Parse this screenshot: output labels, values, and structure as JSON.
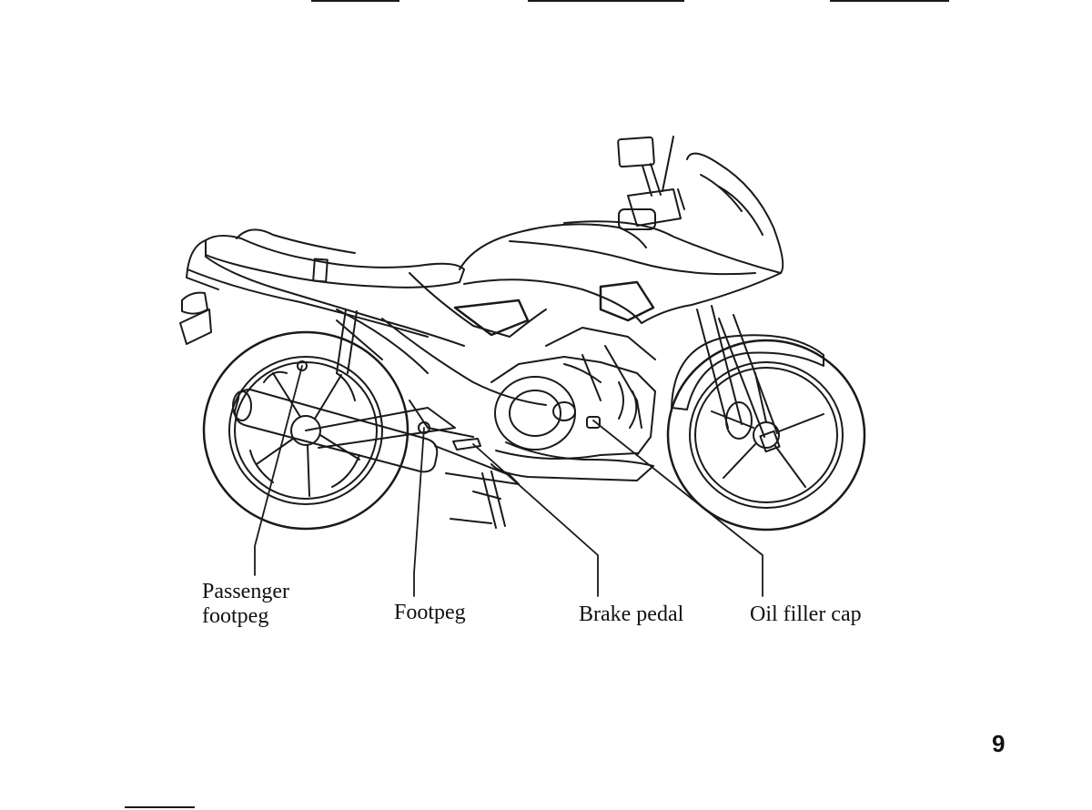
{
  "diagram": {
    "labels": {
      "passenger_footpeg_line1": "Passenger",
      "passenger_footpeg_line2": "footpeg",
      "footpeg": "Footpeg",
      "brake_pedal": "Brake pedal",
      "oil_filler_cap": "Oil filler cap"
    }
  },
  "page": {
    "number": "9"
  }
}
